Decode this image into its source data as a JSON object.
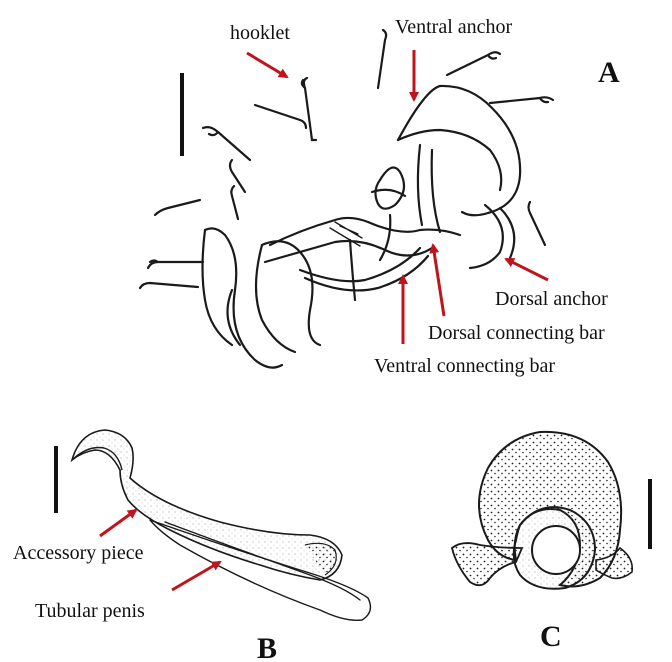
{
  "panels": {
    "a": {
      "letter": "A",
      "labels": {
        "hooklet": "hooklet",
        "ventral_anchor": "Ventral anchor",
        "dorsal_anchor": "Dorsal anchor",
        "dorsal_connecting_bar": "Dorsal connecting bar",
        "ventral_connecting_bar": "Ventral connecting bar"
      }
    },
    "b": {
      "letter": "B",
      "labels": {
        "accessory_piece": "Accessory piece",
        "tubular_penis": "Tubular penis"
      }
    },
    "c": {
      "letter": "C"
    }
  },
  "colors": {
    "arrow": "#c0141c",
    "ink": "#1a1a1a",
    "background": "#ffffff"
  }
}
